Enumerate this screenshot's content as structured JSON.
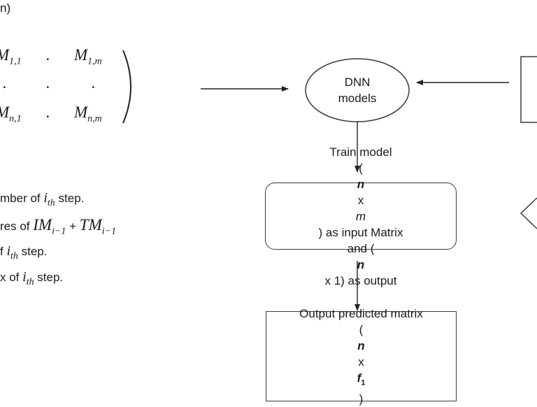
{
  "top_fragment": "n)",
  "matrix": {
    "row1": {
      "c1": "M",
      "c1_sub": "1,1",
      "dot": ".",
      "c2": "M",
      "c2_sub": "1,m"
    },
    "row2": {
      "d1": ".",
      "d2": ".",
      "d3": "."
    },
    "row3": {
      "c1": "M",
      "c1_sub": "n,1",
      "dot": ".",
      "c2": "M",
      "c2_sub": "n,m"
    }
  },
  "notes": {
    "line1": {
      "pre": "mber of ",
      "var": "i",
      "sub": "th",
      "post": " step."
    },
    "line2": {
      "pre": "res of ",
      "expr_a": "IM",
      "sub_a": "i−1",
      "plus": " + ",
      "expr_b": "TM",
      "sub_b": "i−1"
    },
    "line3": {
      "pre": "f ",
      "var": "i",
      "sub": "th",
      "post": " step."
    },
    "line4": {
      "pre": "x of ",
      "var": "i",
      "sub": "th",
      "post": " step."
    }
  },
  "nodes": {
    "dnn": {
      "line1": "DNN",
      "line2": "models"
    },
    "train": {
      "line1": "Train model",
      "line2_pre": "(",
      "line2_n": "n",
      "line2_x": " x ",
      "line2_m": "m",
      "line2_post": " ) as input Matrix",
      "line3_pre": "and (",
      "line3_n": "n",
      "line3_post": " x 1) as output"
    },
    "output": {
      "line1": "Output predicted matrix",
      "line2_pre": "(",
      "line2_n": "n",
      "line2_x": " x ",
      "line2_f": "f",
      "line2_fsub": "1",
      "line2_post": ")"
    }
  }
}
